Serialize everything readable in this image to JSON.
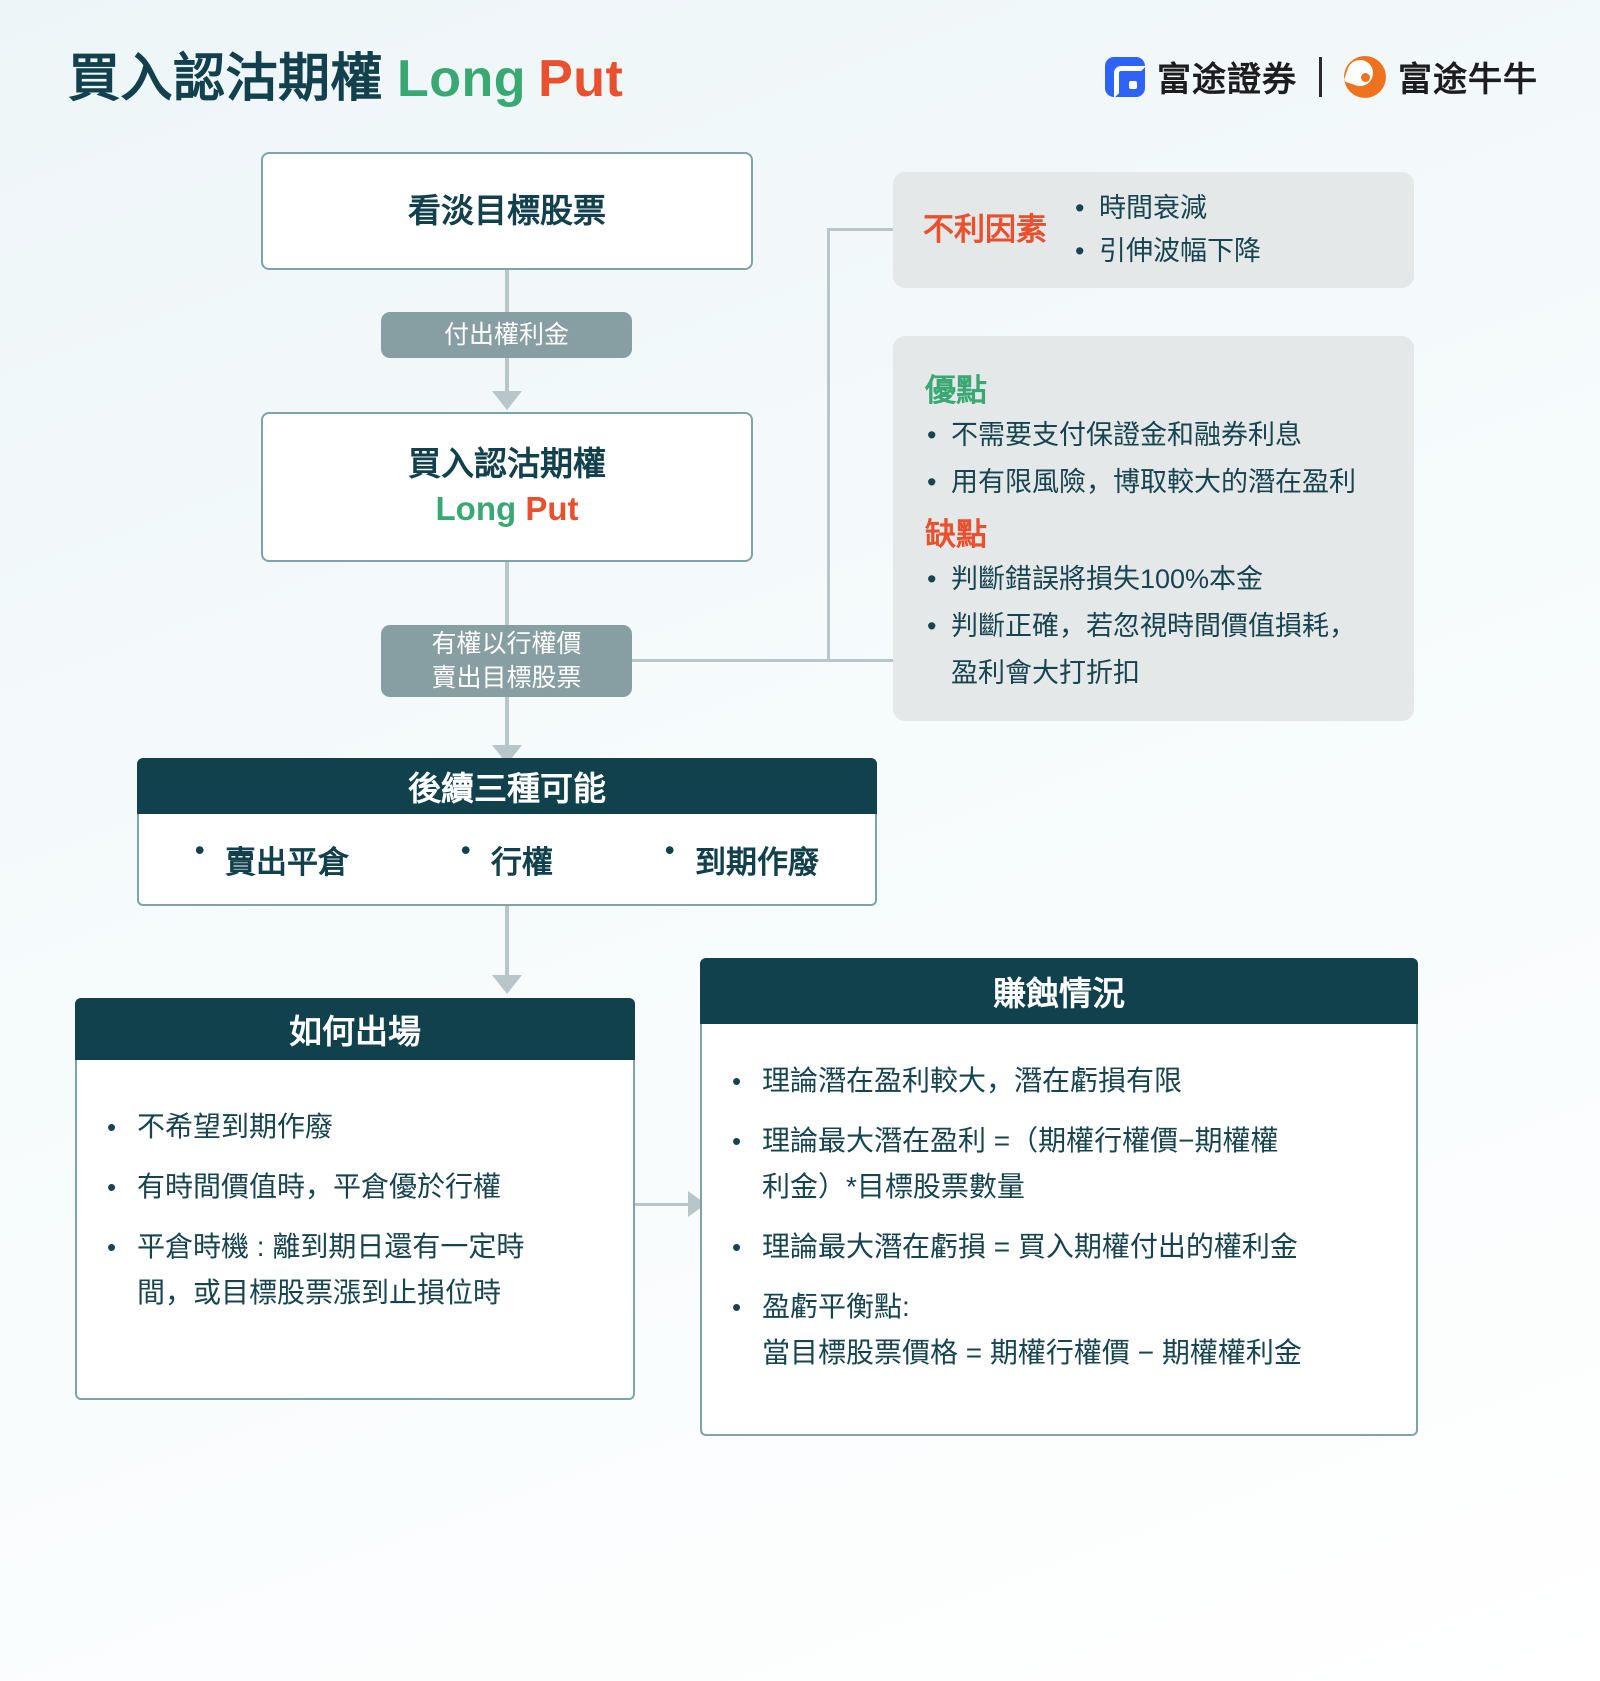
{
  "header": {
    "title_cn": "買入認沽期權",
    "title_en_1": "Long",
    "title_en_2": "Put",
    "brand_1": "富途證券",
    "brand_2": "富途牛牛"
  },
  "flow": {
    "box1": "看淡目標股票",
    "pill1": "付出權利金",
    "box2_line1": "買入認沽期權",
    "box2_line2_a": "Long",
    "box2_line2_b": "Put",
    "pill2_line1": "有權以行權價",
    "pill2_line2": "賣出目標股票"
  },
  "panel_negative": {
    "heading": "不利因素",
    "items": [
      "時間衰減",
      "引伸波幅下降"
    ]
  },
  "panel_proscons": {
    "pros_heading": "優點",
    "pros": [
      "不需要支付保證金和融券利息",
      "用有限風險，博取較大的潛在盈利"
    ],
    "cons_heading": "缺點",
    "cons": [
      "判斷錯誤將損失100%本金",
      "判斷正確，若忽視時間價值損耗，"
    ],
    "cons_2_continuation": "盈利會大打折扣"
  },
  "outcomes_card": {
    "heading": "後續三種可能",
    "options": [
      "賣出平倉",
      "行權",
      "到期作廢"
    ]
  },
  "exit_card": {
    "heading": "如何出場",
    "items": [
      "不希望到期作廢",
      "有時間價值時，平倉優於行權",
      "平倉時機 : 離到期日還有一定時"
    ],
    "item3_continuation": "間，或目標股票漲到止損位時"
  },
  "pnl_card": {
    "heading": "賺蝕情況",
    "items": [
      "理論潛在盈利較大，潛在虧損有限",
      "理論最大潛在盈利 =（期權行權價−期權權",
      "理論最大潛在虧損 = 買入期權付出的權利金",
      "盈虧平衡點:"
    ],
    "item2_continuation": "利金）*目標股票數量",
    "item4_continuation": "當目標股票價格 = 期權行權價 − 期權權利金"
  },
  "colors": {
    "dark": "#10414c",
    "green": "#3aa873",
    "red": "#e8502e",
    "border": "#7fa3aa",
    "pill": "#879ea3",
    "panel": "#e4e8e9",
    "connector": "#b9c6c9"
  }
}
